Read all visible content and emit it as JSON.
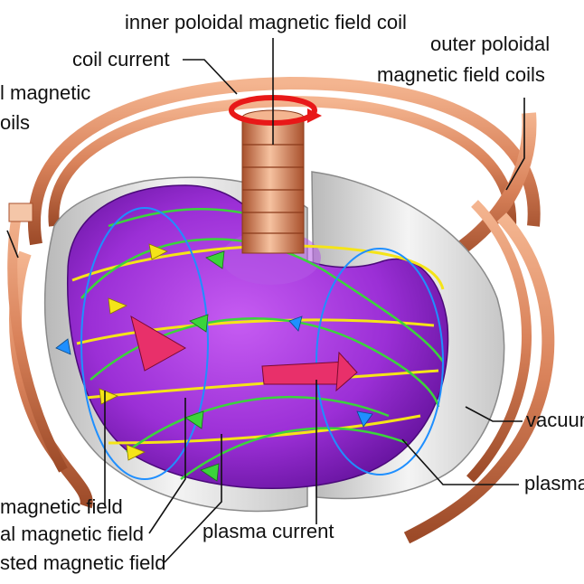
{
  "labels": {
    "inner_coil": "inner poloidal magnetic field coil",
    "coil_current": "coil current",
    "outer_coils_line1": "outer poloidal",
    "outer_coils_line2": "magnetic field coils",
    "toroidal_coils_line1": "l magnetic",
    "toroidal_coils_line2": "oils",
    "vacuum": "vacuum",
    "plasma": "plasma",
    "poloidal_field": "magnetic field",
    "toroidal_field": "al magnetic field",
    "plasma_current": "plasma current",
    "twisted_field": "sted magnetic field"
  },
  "colors": {
    "copper": "#d9825a",
    "copper_dark": "#a8502c",
    "plasma": "#8a22c4",
    "wall": "#dcdcdc",
    "coil_current_ring": "#e81818",
    "poloidal_field_line": "#1f8fff",
    "toroidal_field_line": "#f5e418",
    "twisted_field_line": "#3bd43b",
    "plasma_current_arrow": "#e8306a"
  }
}
